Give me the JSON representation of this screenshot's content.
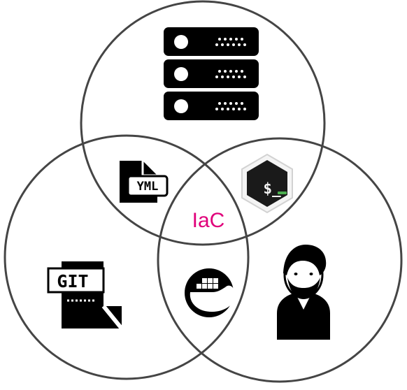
{
  "diagram": {
    "center_label": "IaC",
    "icons": [
      {
        "name": "server-rack-icon",
        "text": ""
      },
      {
        "name": "yml-file-icon",
        "text": "YML"
      },
      {
        "name": "bash-terminal-icon",
        "text": "$_"
      },
      {
        "name": "git-file-icon",
        "text": "GIT"
      },
      {
        "name": "docker-whale-icon",
        "text": ""
      },
      {
        "name": "developer-person-icon",
        "text": ""
      }
    ]
  },
  "colors": {
    "ring_stroke": "#454545",
    "icon_fill": "#000000",
    "label_accent": "#e0007a",
    "bash_shell": "#1a1a1a",
    "bash_bezel": "#f2f2f2",
    "bash_prompt": "#4caf50"
  }
}
